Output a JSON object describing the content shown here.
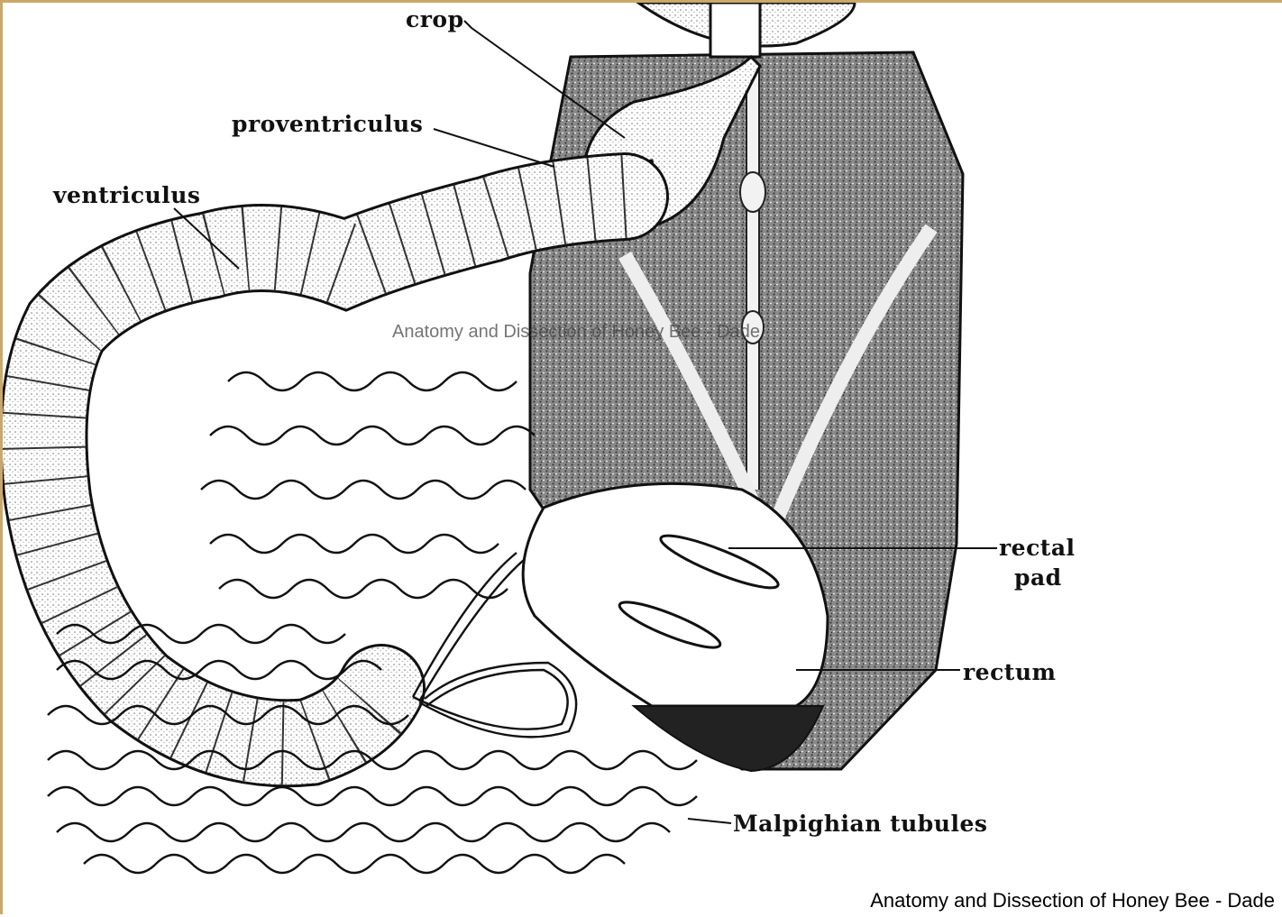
{
  "labels": {
    "crop": "crop",
    "proventriculus": "proventriculus",
    "ventriculus": "ventriculus",
    "rectal_pad_line1": "rectal",
    "rectal_pad_line2": "pad",
    "rectum": "rectum",
    "malpighian_tubules": "Malpighian tubules"
  },
  "watermark": "Anatomy and Dissection of Honey Bee - Dade",
  "caption": "Anatomy and Dissection of Honey Bee - Dade",
  "colors": {
    "frame": "#c9a86a",
    "ink": "#111111",
    "stipple": "#6f6f6f"
  }
}
